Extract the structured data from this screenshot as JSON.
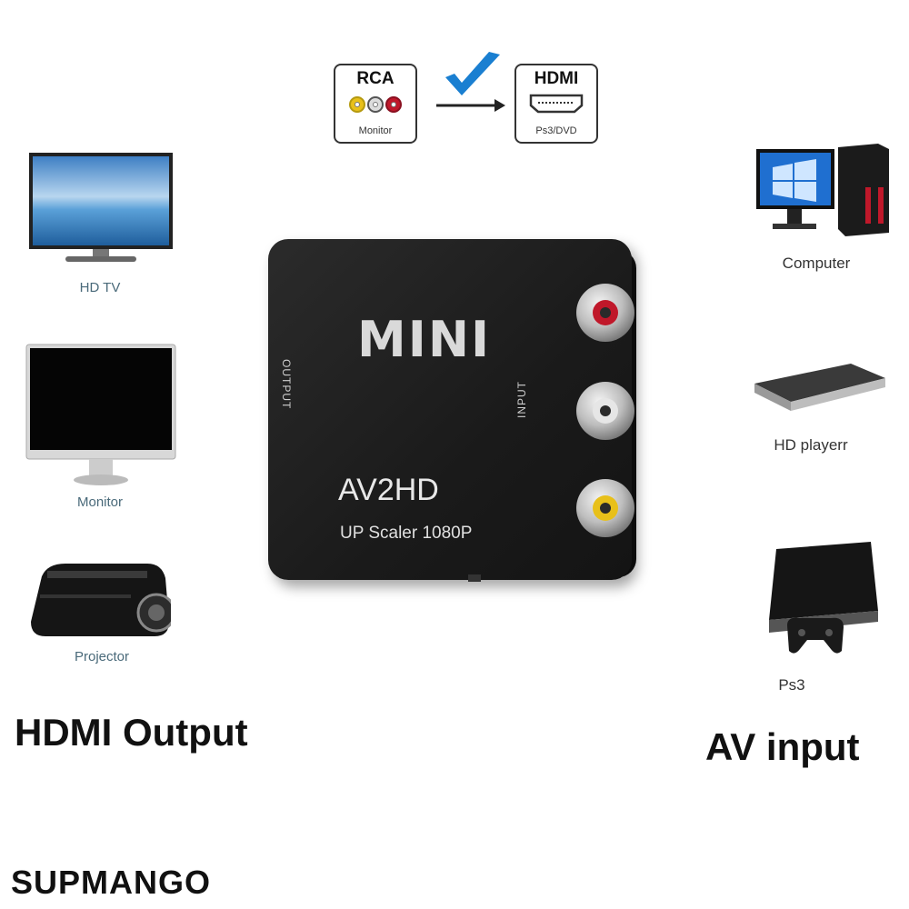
{
  "badges": {
    "left": {
      "title": "RCA",
      "sub": "Monitor"
    },
    "right": {
      "title": "HDMI",
      "sub": "Ps3/DVD"
    }
  },
  "left_devices": [
    {
      "label": "HD TV"
    },
    {
      "label": "Monitor"
    },
    {
      "label": "Projector"
    }
  ],
  "right_devices": [
    {
      "label": "Computer"
    },
    {
      "label": "HD playerr"
    },
    {
      "label": "Ps3"
    }
  ],
  "device": {
    "brand_text": "MINI",
    "model": "AV2HD",
    "spec": "UP Scaler 1080P",
    "output_label": "OUTPUT",
    "input_label": "INPUT"
  },
  "headings": {
    "left": "HDMI Output",
    "right": "AV input"
  },
  "brand": "SUPMANGO",
  "colors": {
    "rca_red": "#c0182a",
    "rca_white": "#e6e6e6",
    "rca_yellow": "#e8c01a",
    "check_blue": "#1a7fd1"
  },
  "icons": [
    "check-icon",
    "arrow-right-icon",
    "hdmi-port-icon",
    "rca-jacks-icon"
  ]
}
